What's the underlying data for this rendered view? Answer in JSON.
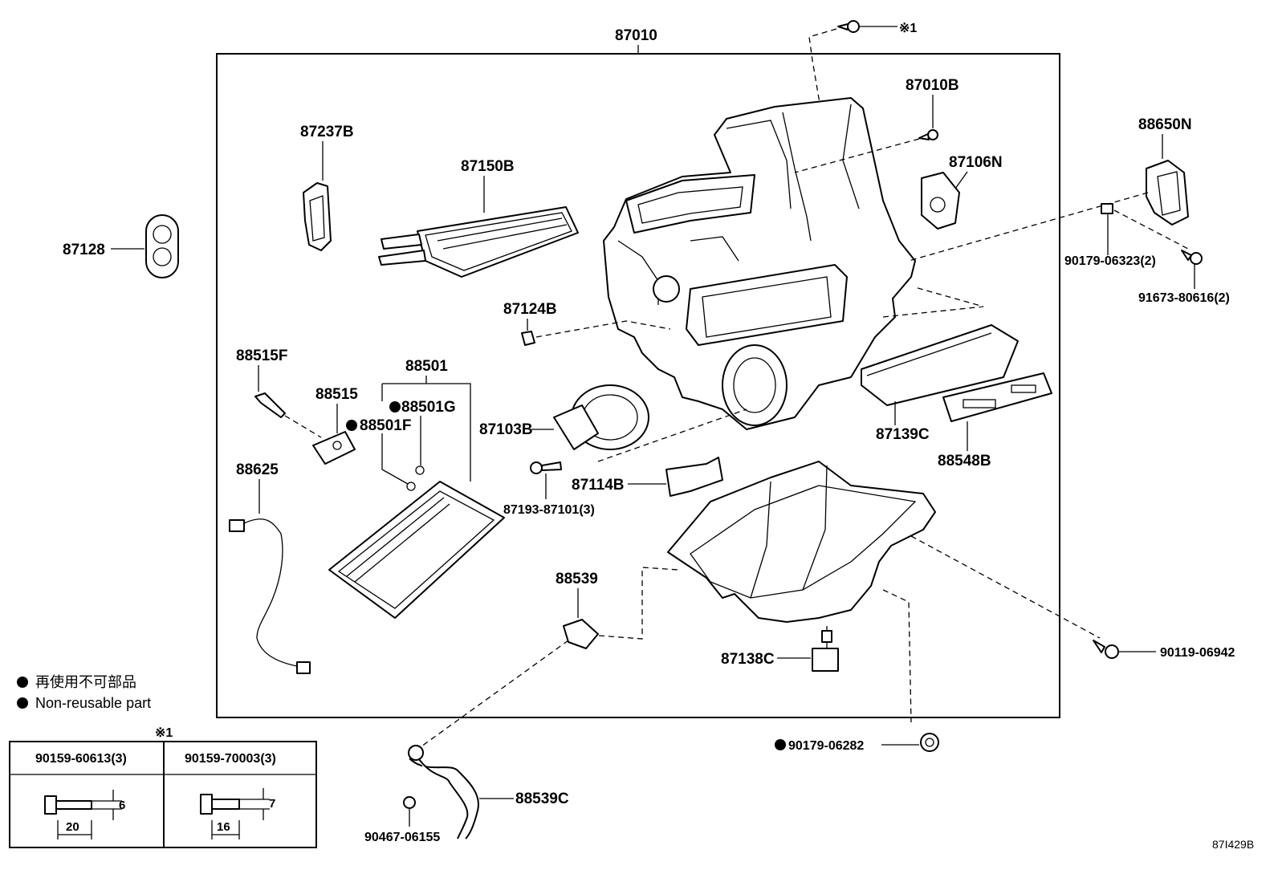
{
  "assembly_label": "87010",
  "symbol_note": "※1",
  "parts": {
    "p87010B": "87010B",
    "p87237B": "87237B",
    "p87150B": "87150B",
    "p87106N": "87106N",
    "p88650N": "88650N",
    "p87128": "87128",
    "p90179_06323": "90179-06323(2)",
    "p91673_80616": "91673-80616(2)",
    "p87124B": "87124B",
    "p88515F": "88515F",
    "p88501": "88501",
    "p88515": "88515",
    "p88501G": "88501G",
    "p88501F": "88501F",
    "p87103B": "87103B",
    "p87139C": "87139C",
    "p88548B": "88548B",
    "p88625": "88625",
    "p87114B": "87114B",
    "p87193_87101": "87193-87101(3)",
    "p88539": "88539",
    "p87138C": "87138C",
    "p90119_06942": "90119-06942",
    "p90179_06282": "90179-06282",
    "p88539C": "88539C",
    "p90467_06155": "90467-06155"
  },
  "legend": {
    "jp": "再使用不可部品",
    "en": "Non-reusable part"
  },
  "bolt_table": {
    "marker": "※1",
    "col1": {
      "part": "90159-60613(3)",
      "dia": "6",
      "len": "20"
    },
    "col2": {
      "part": "90159-70003(3)",
      "dia": "7",
      "len": "16"
    }
  },
  "drawing_code": "87I429B"
}
